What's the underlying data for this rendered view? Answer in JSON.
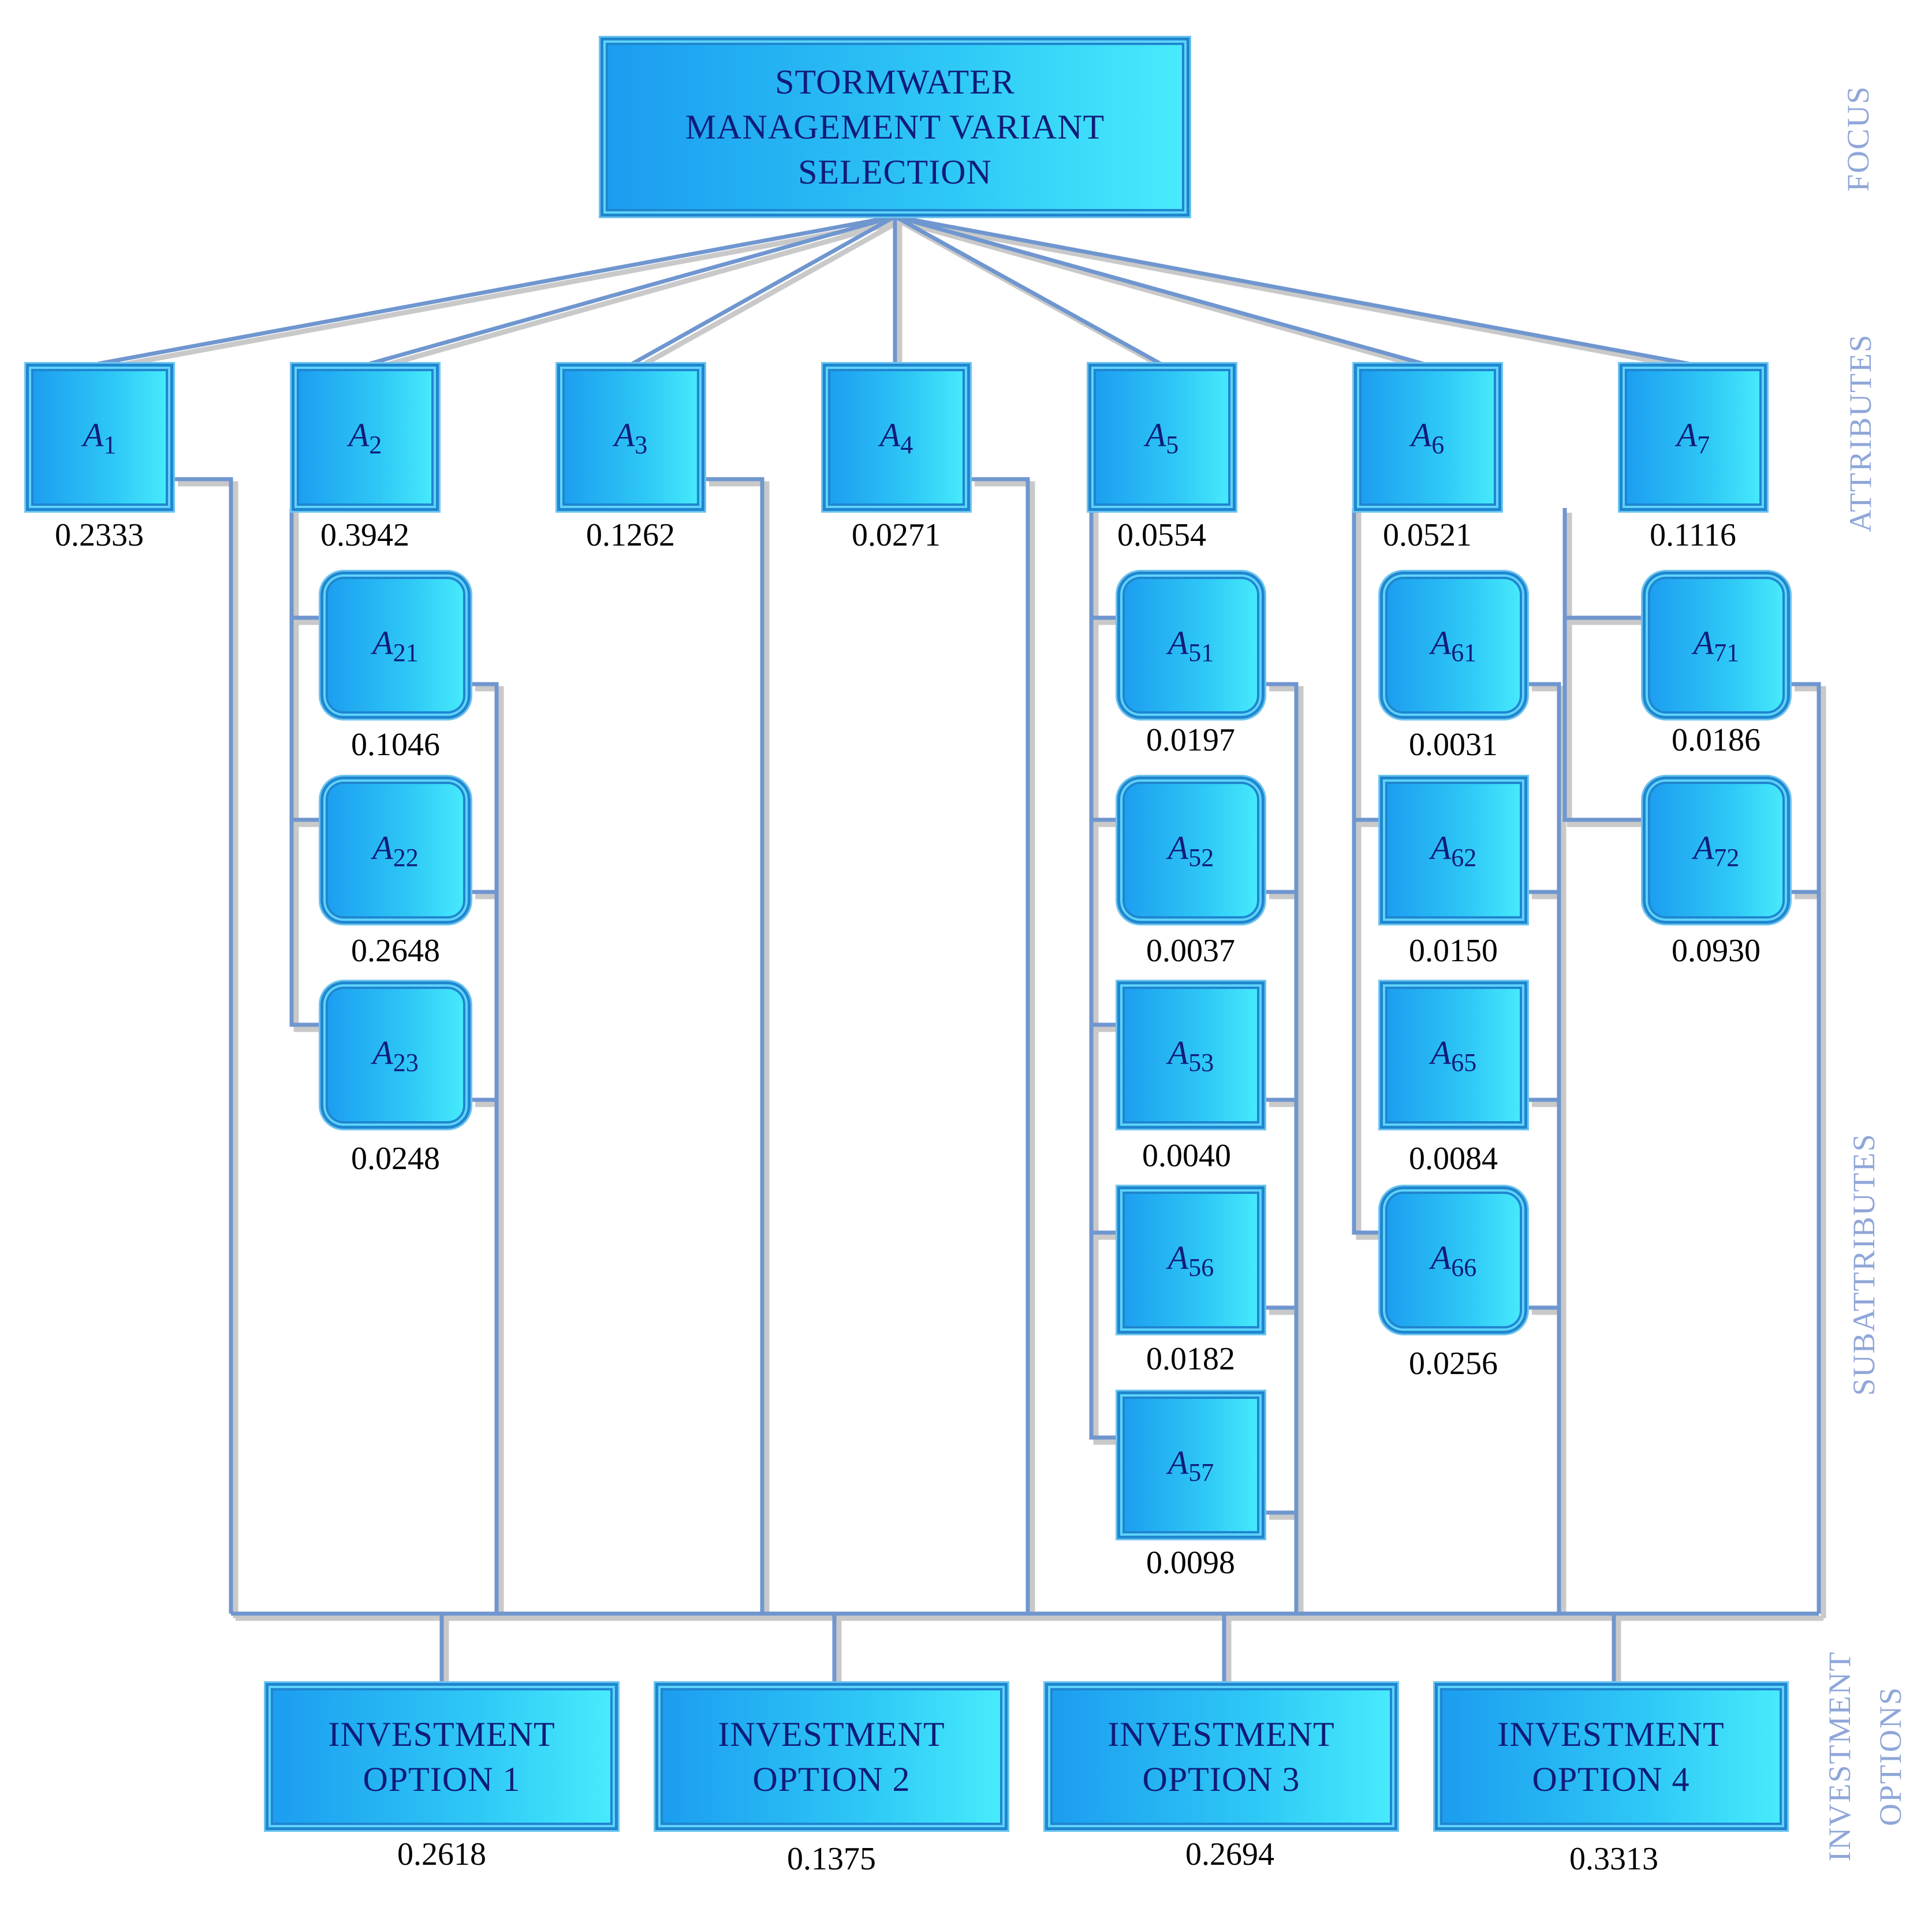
{
  "focus": {
    "line1": "STORMWATER",
    "line2": "MANAGEMENT VARIANT",
    "line3": "SELECTION"
  },
  "levels": {
    "focus": "FOCUS",
    "attributes": "ATTRIBUTES",
    "subattributes": "SUBATTRIBUTES",
    "options_line1": "INVESTMENT",
    "options_line2": "OPTIONS"
  },
  "attributes": [
    {
      "symbol": "A",
      "index": "1",
      "weight": "0.2333"
    },
    {
      "symbol": "A",
      "index": "2",
      "weight": "0.3942"
    },
    {
      "symbol": "A",
      "index": "3",
      "weight": "0.1262"
    },
    {
      "symbol": "A",
      "index": "4",
      "weight": "0.0271"
    },
    {
      "symbol": "A",
      "index": "5",
      "weight": "0.0554"
    },
    {
      "symbol": "A",
      "index": "6",
      "weight": "0.0521"
    },
    {
      "symbol": "A",
      "index": "7",
      "weight": "0.1116"
    }
  ],
  "subattributes": {
    "a2": [
      {
        "symbol": "A",
        "index": "21",
        "weight": "0.1046"
      },
      {
        "symbol": "A",
        "index": "22",
        "weight": "0.2648"
      },
      {
        "symbol": "A",
        "index": "23",
        "weight": "0.0248"
      }
    ],
    "a5": [
      {
        "symbol": "A",
        "index": "51",
        "weight": "0.0197"
      },
      {
        "symbol": "A",
        "index": "52",
        "weight": "0.0037"
      },
      {
        "symbol": "A",
        "index": "53",
        "weight": "0.0040"
      },
      {
        "symbol": "A",
        "index": "56",
        "weight": "0.0182"
      },
      {
        "symbol": "A",
        "index": "57",
        "weight": "0.0098"
      }
    ],
    "a6": [
      {
        "symbol": "A",
        "index": "61",
        "weight": "0.0031"
      },
      {
        "symbol": "A",
        "index": "62",
        "weight": "0.0150"
      },
      {
        "symbol": "A",
        "index": "65",
        "weight": "0.0084"
      },
      {
        "symbol": "A",
        "index": "66",
        "weight": "0.0256"
      }
    ],
    "a7": [
      {
        "symbol": "A",
        "index": "71",
        "weight": "0.0186"
      },
      {
        "symbol": "A",
        "index": "72",
        "weight": "0.0930"
      }
    ]
  },
  "options": [
    {
      "line1": "INVESTMENT",
      "line2": "OPTION 1",
      "weight": "0.2618"
    },
    {
      "line1": "INVESTMENT",
      "line2": "OPTION 2",
      "weight": "0.1375"
    },
    {
      "line1": "INVESTMENT",
      "line2": "OPTION 3",
      "weight": "0.2694"
    },
    {
      "line1": "INVESTMENT",
      "line2": "OPTION 4",
      "weight": "0.3313"
    }
  ]
}
